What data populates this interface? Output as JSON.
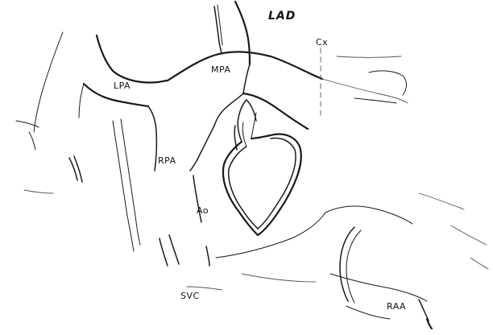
{
  "labels": {
    "lad": "LAD",
    "cx": "Cx",
    "mpa": "MPA",
    "lpa": "LPA",
    "rpa": "RPA",
    "ao": "Ao",
    "svc": "SVC",
    "raa": "RAA"
  }
}
